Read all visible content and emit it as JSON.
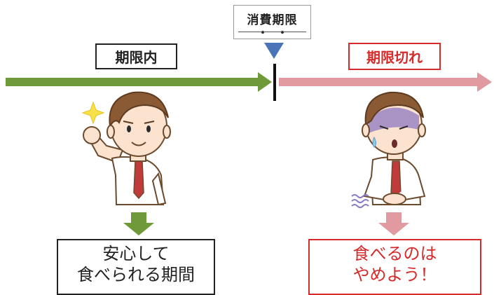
{
  "labels": {
    "deadline": "消費期限",
    "within_period": "期限内",
    "expired": "期限切れ"
  },
  "messages": {
    "safe_line1": "安心して",
    "safe_line2": "食べられる期間",
    "stop_line1": "食べるのは",
    "stop_line2": "やめよう！"
  },
  "colors": {
    "green": "#6e9a3a",
    "pink": "#e09aa0",
    "blue": "#4a74b8",
    "red": "#d62b2b"
  }
}
